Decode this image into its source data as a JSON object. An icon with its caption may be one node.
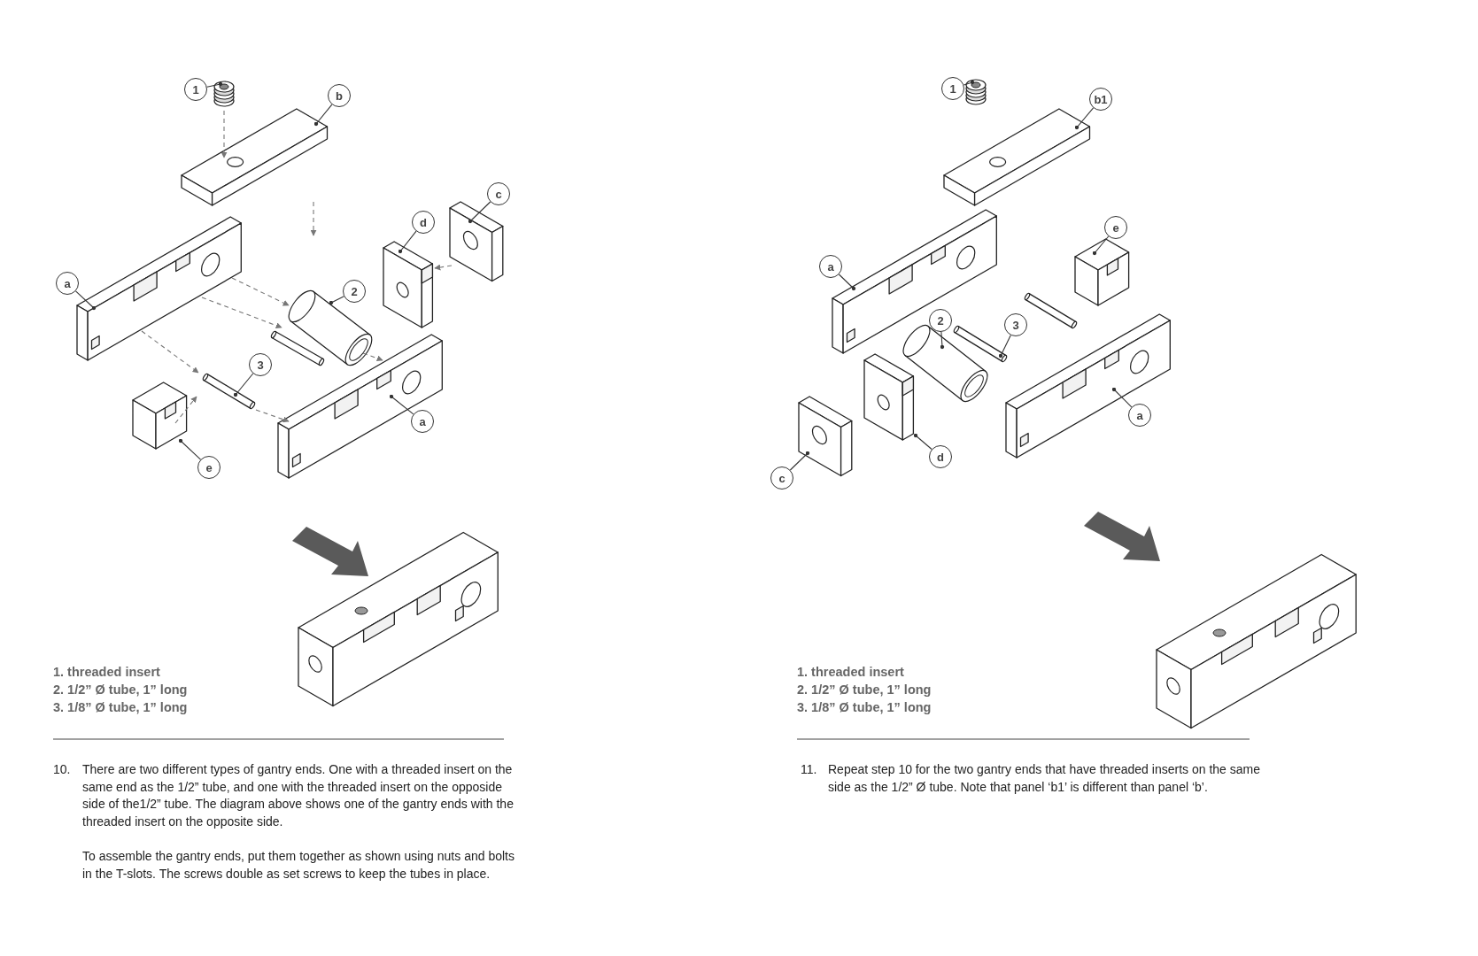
{
  "diagram": {
    "nodes": [
      {
        "text": [
          "1"
        ]
      },
      {
        "text": [
          "b"
        ]
      },
      {
        "text": [
          "c"
        ]
      },
      {
        "text": [
          "d"
        ]
      },
      {
        "text": [
          "a"
        ]
      },
      {
        "text": [
          "2"
        ]
      },
      {
        "text": [
          "3"
        ]
      },
      {
        "text": [
          "a"
        ]
      },
      {
        "text": [
          "e"
        ]
      },
      {
        "text": [
          "1"
        ]
      },
      {
        "text": [
          "b1"
        ]
      },
      {
        "text": [
          "e"
        ]
      },
      {
        "text": [
          "a"
        ]
      },
      {
        "text": [
          "2"
        ]
      },
      {
        "text": [
          "3"
        ]
      },
      {
        "text": [
          "a"
        ]
      },
      {
        "text": [
          "d"
        ]
      },
      {
        "text": [
          "c"
        ]
      },
      {
        "text": [],
        "shape": "picture"
      },
      {
        "text": [],
        "shape": "picture"
      },
      {
        "text": [],
        "shape": "picture"
      },
      {
        "text": [],
        "shape": "picture"
      },
      {
        "text": [],
        "shape": "picture"
      },
      {
        "text": [],
        "shape": "picture"
      },
      {
        "text": [],
        "shape": "picture"
      },
      {
        "text": [],
        "shape": "picture"
      },
      {
        "text": [],
        "shape": "picture"
      },
      {
        "text": [],
        "shape": "picture"
      },
      {
        "text": [],
        "shape": "picture"
      },
      {
        "text": [],
        "shape": "picture"
      },
      {
        "text": [],
        "shape": "picture"
      },
      {
        "text": [],
        "shape": "picture"
      },
      {
        "text": [],
        "shape": "picture"
      },
      {
        "text": [],
        "shape": "picture"
      },
      {
        "text": [],
        "shape": "picture"
      },
      {
        "text": [],
        "shape": "picture"
      }
    ],
    "edges": [
      {
        "from": 0,
        "to": 18,
        "arrow": "other"
      },
      {
        "from": 1,
        "to": 19,
        "arrow": "other"
      },
      {
        "from": 2,
        "to": 20,
        "arrow": "other"
      },
      {
        "from": 3,
        "to": 21,
        "arrow": "other"
      },
      {
        "from": 4,
        "to": 22,
        "arrow": "other"
      },
      {
        "from": 5,
        "to": 23,
        "arrow": "other"
      },
      {
        "from": 6,
        "to": 24,
        "arrow": "other"
      },
      {
        "from": 7,
        "to": 25,
        "arrow": "other"
      },
      {
        "from": 8,
        "to": 26,
        "arrow": "other"
      },
      {
        "from": 9,
        "to": 27,
        "arrow": "other"
      },
      {
        "from": 10,
        "to": 28,
        "arrow": "other"
      },
      {
        "from": 11,
        "to": 29,
        "arrow": "other"
      },
      {
        "from": 12,
        "to": 30,
        "arrow": "other"
      },
      {
        "from": 13,
        "to": 31,
        "arrow": "other"
      },
      {
        "from": 14,
        "to": 32,
        "arrow": "other"
      },
      {
        "from": 15,
        "to": 33,
        "arrow": "other"
      },
      {
        "from": 16,
        "to": 34,
        "arrow": "other"
      },
      {
        "from": 17,
        "to": 35,
        "arrow": "other"
      },
      {
        "from": 18,
        "to": 19,
        "arrow": "to",
        "style": "dashed",
        "color": "#777777"
      },
      {
        "from": 19,
        "to": null,
        "arrow": "to",
        "style": "dashed",
        "color": "#777777"
      },
      {
        "from": 22,
        "to": 23,
        "arrow": "to",
        "style": "dashed",
        "color": "#777777"
      },
      {
        "from": 22,
        "to": 25,
        "arrow": "to",
        "style": "dashed",
        "color": "#777777"
      },
      {
        "from": 22,
        "to": 24,
        "arrow": "to",
        "style": "dashed",
        "color": "#777777"
      },
      {
        "from": 24,
        "to": 25,
        "arrow": "to",
        "style": "dashed",
        "color": "#777777"
      },
      {
        "from": 23,
        "to": 25,
        "arrow": "to",
        "style": "dashed",
        "color": "#777777"
      },
      {
        "from": 20,
        "to": 21,
        "arrow": "to",
        "style": "dashed",
        "color": "#777777"
      },
      {
        "from": 26,
        "to": 24,
        "arrow": "to",
        "style": "dashed",
        "color": "#777777"
      }
    ],
    "labels": [
      "1. threaded insert",
      "2. 1/2” Ø tube, 1” long",
      "3. 1/8” Ø tube, 1” long",
      "10.",
      "There are two different types of gantry ends. One with a threaded insert on the same end as the 1/2” tube, and one with the threaded insert on the opposide side of the1/2” tube. The diagram above shows one of the gantry ends with the threaded insert on the opposite side.",
      "To assemble the gantry ends, put them together as shown using nuts and bolts in the T-slots. The screws double as set screws to keep the tubes in place.",
      "1. threaded insert",
      "2. 1/2” Ø tube, 1” long",
      "3. 1/8” Ø tube, 1” long",
      "11.",
      "Repeat step 10 for the two gantry ends that have threaded inserts on the same side as the 1/2” Ø tube. Note that panel ‘b1’ is different than panel ‘b’."
    ]
  }
}
